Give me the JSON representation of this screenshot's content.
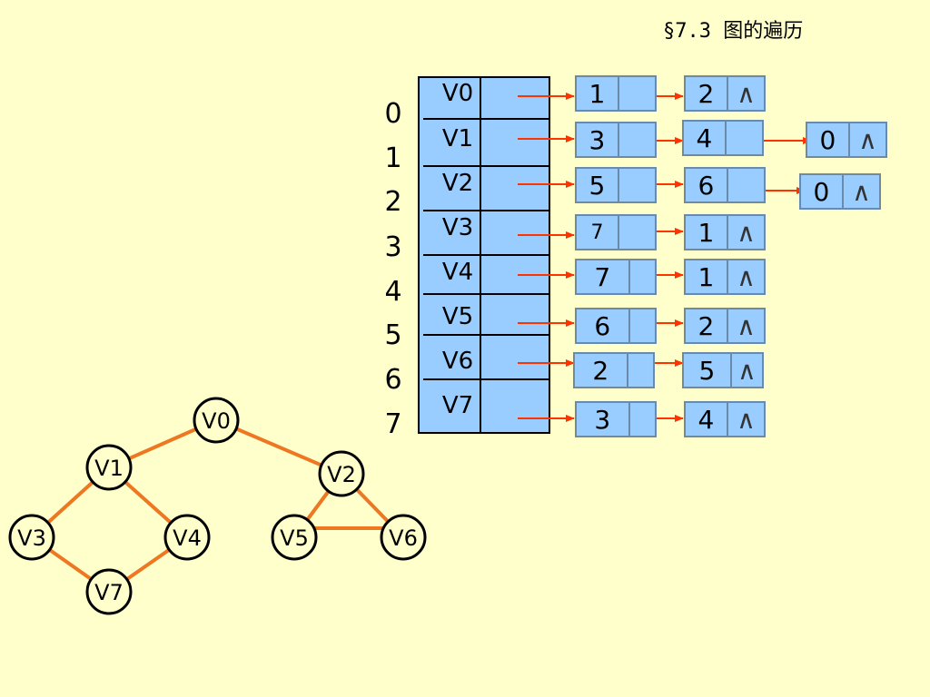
{
  "title": "§7.3 图的遍历",
  "indices": [
    "0",
    "1",
    "2",
    "3",
    "4",
    "5",
    "6",
    "7"
  ],
  "vertices": [
    "V0",
    "V1",
    "V2",
    "V3",
    "V4",
    "V5",
    "V6",
    "V7"
  ],
  "adjacency": [
    [
      {
        "v": "1",
        "n": ""
      },
      {
        "v": "2",
        "n": "∧"
      }
    ],
    [
      {
        "v": "3",
        "n": ""
      },
      {
        "v": "4",
        "n": ""
      },
      {
        "v": "0",
        "n": "∧"
      }
    ],
    [
      {
        "v": "5",
        "n": ""
      },
      {
        "v": "6",
        "n": ""
      },
      {
        "v": "0",
        "n": "∧"
      }
    ],
    [
      {
        "v": "7",
        "n": ""
      },
      {
        "v": "1",
        "n": "∧"
      }
    ],
    [
      {
        "v": "7",
        "n": ""
      },
      {
        "v": "1",
        "n": "∧"
      }
    ],
    [
      {
        "v": "6",
        "n": ""
      },
      {
        "v": "2",
        "n": "∧"
      }
    ],
    [
      {
        "v": "2",
        "n": ""
      },
      {
        "v": "5",
        "n": "∧"
      }
    ],
    [
      {
        "v": "3",
        "n": ""
      },
      {
        "v": "4",
        "n": "∧"
      }
    ]
  ],
  "graph": {
    "nodes": [
      "V0",
      "V1",
      "V2",
      "V3",
      "V4",
      "V5",
      "V6",
      "V7"
    ],
    "edges": [
      [
        "V0",
        "V1"
      ],
      [
        "V0",
        "V2"
      ],
      [
        "V1",
        "V3"
      ],
      [
        "V1",
        "V4"
      ],
      [
        "V3",
        "V7"
      ],
      [
        "V4",
        "V7"
      ],
      [
        "V2",
        "V5"
      ],
      [
        "V2",
        "V6"
      ],
      [
        "V5",
        "V6"
      ]
    ]
  },
  "colors": {
    "background": "#ffffcc",
    "cell": "#99ccff",
    "arrow": "#ff3300",
    "graph_edge": "#ee7722"
  }
}
